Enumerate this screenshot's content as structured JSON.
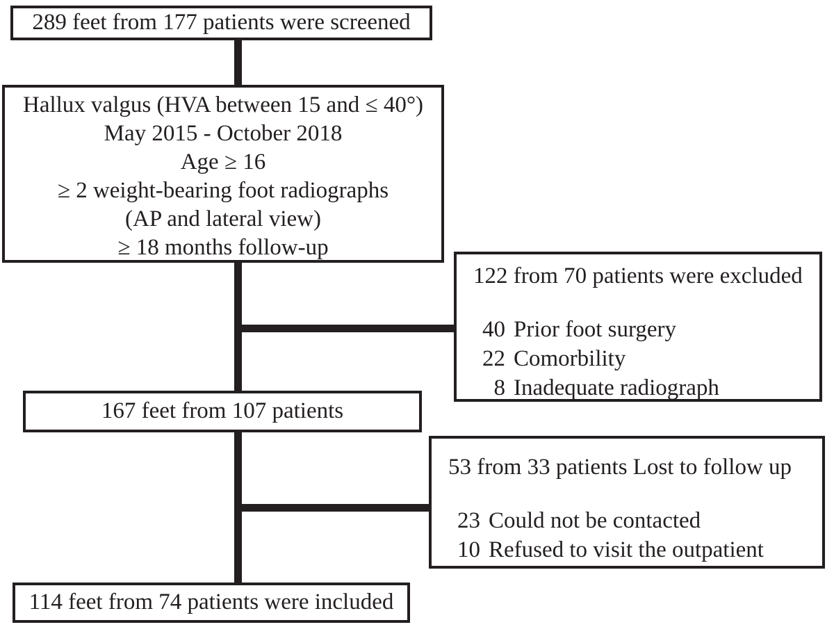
{
  "diagram": {
    "colors": {
      "ink": "#231f20",
      "background": "#ffffff"
    },
    "boxes": {
      "screened": {
        "text": "289 feet from 177 patients were screened"
      },
      "criteria": {
        "lines": [
          "Hallux valgus (HVA between 15 and ≤ 40°)",
          "May 2015 - October 2018",
          "Age ≥ 16",
          "≥ 2 weight-bearing foot radiographs",
          "(AP and lateral view)",
          "≥ 18 months follow-up"
        ]
      },
      "excluded": {
        "title": "122 from 70 patients were excluded",
        "items": [
          {
            "count": "40",
            "label": "Prior foot surgery"
          },
          {
            "count": "22",
            "label": "Comorbility"
          },
          {
            "count": "8",
            "label": "Inadequate radiograph"
          }
        ]
      },
      "remaining": {
        "text": "167 feet from 107 patients"
      },
      "lost": {
        "title": "53 from 33 patients Lost to follow up",
        "items": [
          {
            "count": "23",
            "label": "Could not be contacted"
          },
          {
            "count": "10",
            "label": "Refused to visit the outpatient"
          }
        ]
      },
      "included": {
        "text": "114 feet from 74 patients were included"
      }
    }
  }
}
